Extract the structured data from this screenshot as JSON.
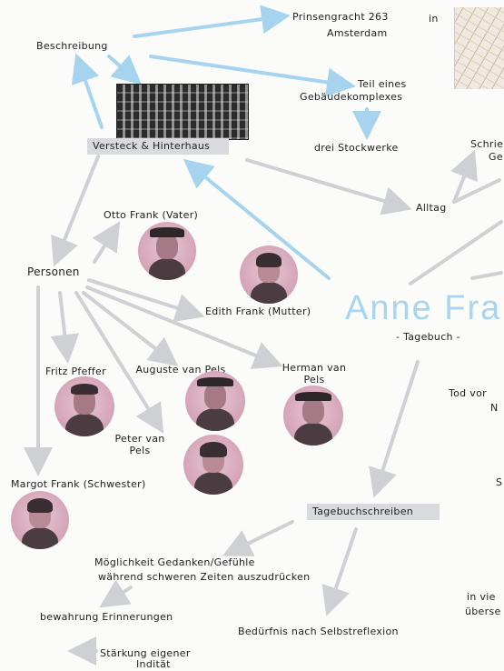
{
  "nodes": {
    "beschreibung": "Beschreibung",
    "prinsengracht": "Prinsengracht 263",
    "in": "in",
    "amsterdam": "Amsterdam",
    "teil_eines": "Teil eines",
    "gebaeudekomplexes": "Gebäudekomplexes",
    "drei_stockwerke": "drei Stockwerke",
    "versteck": "Versteck & Hinterhaus",
    "alltag": "Alltag",
    "schrie": "Schrie",
    "ge": "Ge",
    "personen": "Personen",
    "otto": "Otto Frank (Vater)",
    "edith": "Edith Frank (Mutter)",
    "anne_title": "Anne Fra",
    "tagebuch": "- Tagebuch -",
    "fritz": "Fritz Pfeffer",
    "auguste": "Auguste van Pels",
    "herman": "Herman van Pels",
    "peter": "Peter van Pels",
    "margot": "Margot Frank (Schwester)",
    "tod": "Tod vor",
    "tod_n": "N",
    "s_edge": "S",
    "tagebuchschreiben": "Tagebuchschreiben",
    "moeglichkeit_1": "Möglichkeit Gedanken/Gefühle",
    "moeglichkeit_2": "während schweren Zeiten auszudrücken",
    "bewahrung": "bewahrung Erinnerungen",
    "beduerfnis": "Bedürfnis nach Selbstreflexion",
    "staerkung_1": "Stärkung eigener",
    "staerkung_2": "Indität",
    "in_vie": "in vie",
    "uebersetzt": "überse"
  },
  "colors": {
    "blue_arrow": "#a6d4ef",
    "grey_arrow": "#cfd0d3",
    "title": "#a8d6ee",
    "photo_pink": "#d7a9bb"
  }
}
